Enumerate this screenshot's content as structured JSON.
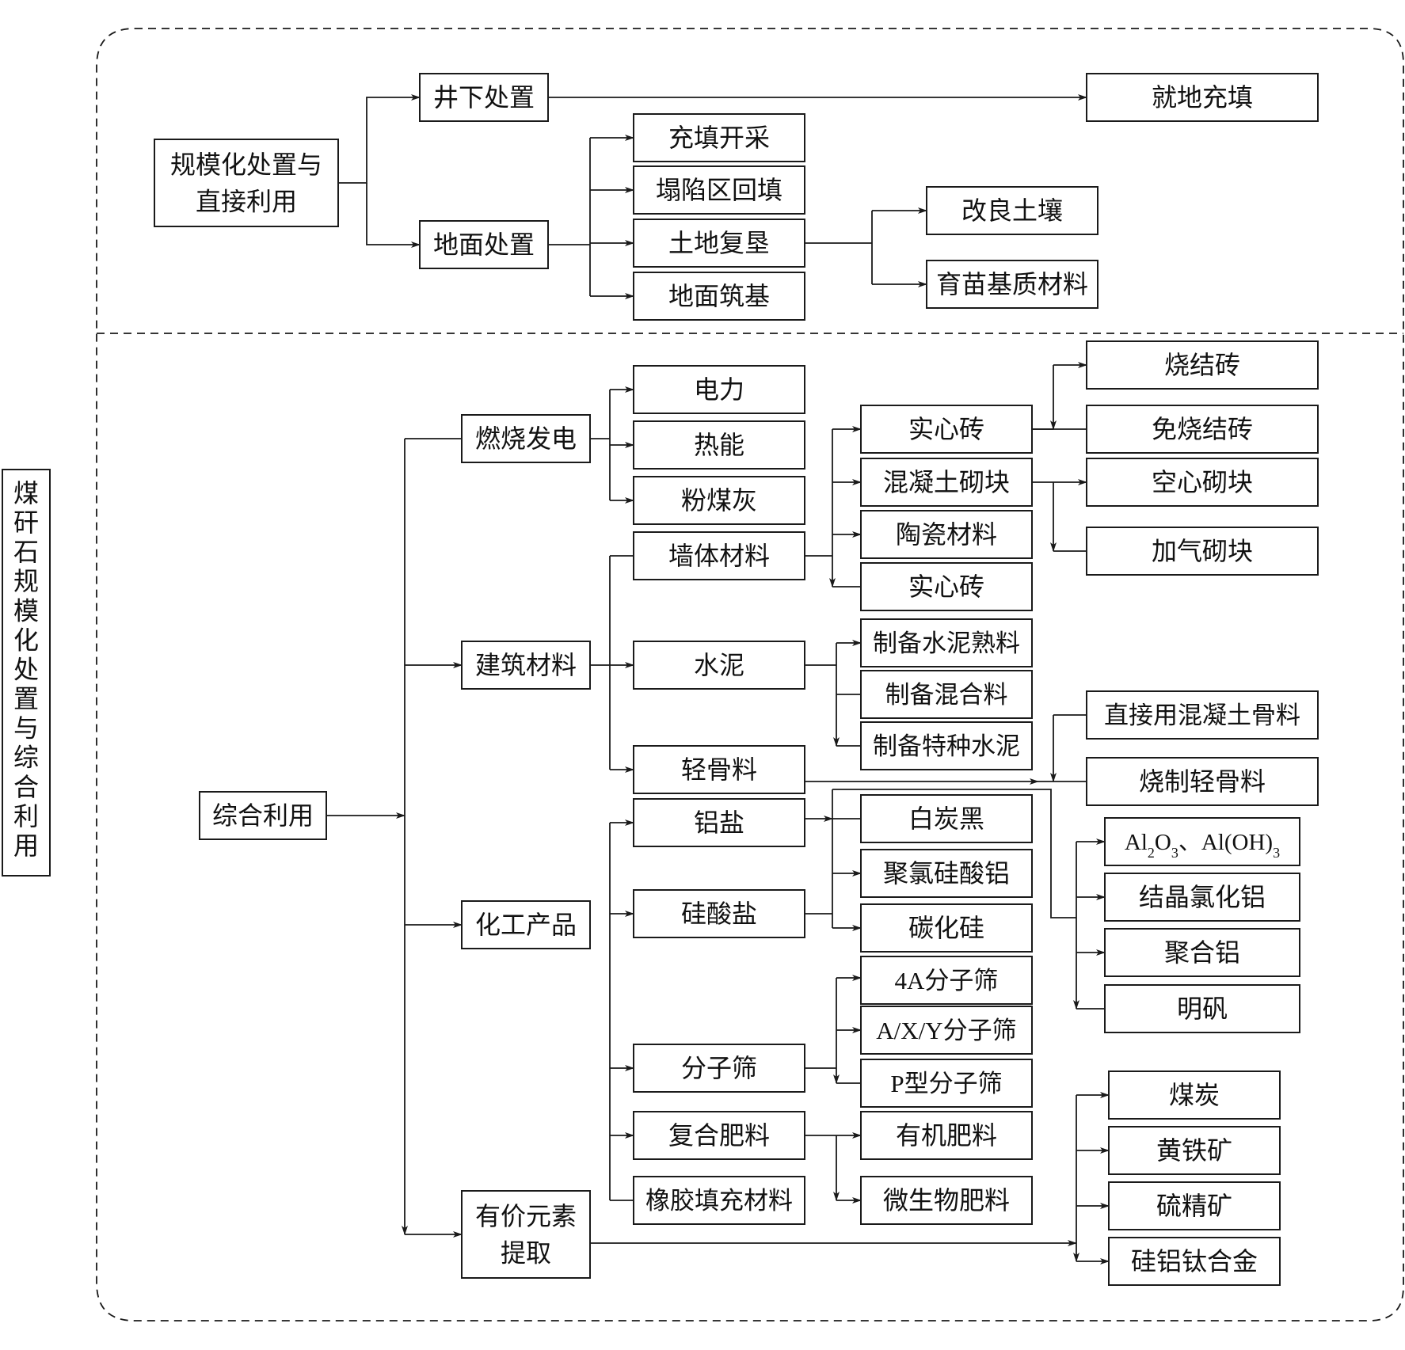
{
  "title_vertical": "煤矸石规模化处置与综合利用",
  "nodes": {
    "scale": "规模化处置与|直接利用",
    "underground": "井下处置",
    "local_fill": "就地充填",
    "surface": "地面处置",
    "fill_mining": "充填开采",
    "subsidence_fill": "塌陷区回填",
    "land_reclaim": "土地复垦",
    "ground_base": "地面筑基",
    "soil_improve": "改良土壤",
    "seedling": "育苗基质材料",
    "comprehensive": "综合利用",
    "combustion": "燃烧发电",
    "power": "电力",
    "heat": "热能",
    "flyash": "粉煤灰",
    "building": "建筑材料",
    "wall": "墙体材料",
    "solid_brick1": "实心砖",
    "concrete_block": "混凝土砌块",
    "ceramic": "陶瓷材料",
    "solid_brick2": "实心砖",
    "sintered_brick": "烧结砖",
    "unfired_brick": "免烧结砖",
    "hollow_block": "空心砌块",
    "aerated_block": "加气砌块",
    "cement": "水泥",
    "clinker": "制备水泥熟料",
    "mixture": "制备混合料",
    "special_cement": "制备特种水泥",
    "lightweight": "轻骨料",
    "direct_aggregate": "直接用混凝土骨料",
    "fired_lightweight": "烧制轻骨料",
    "chemical": "化工产品",
    "aluminum_salt": "铝盐",
    "silicate": "硅酸盐",
    "molecular_sieve": "分子筛",
    "compound_fert": "复合肥料",
    "rubber_filler": "橡胶填充材料",
    "white_carbon": "白炭黑",
    "pasc": "聚氯硅酸铝",
    "sic": "碳化硅",
    "sieve_4a": "4A分子筛",
    "sieve_axy": "A/X/Y分子筛",
    "sieve_p": "P型分子筛",
    "organic_fert": "有机肥料",
    "microbial_fert": "微生物肥料",
    "al2o3": "Al2O3、Al(OH)3",
    "crystal_alcl": "结晶氯化铝",
    "poly_al": "聚合铝",
    "alum": "明矾",
    "element": "有价元素|提取",
    "coal": "煤炭",
    "pyrite": "黄铁矿",
    "sulfur_conc": "硫精矿",
    "si_al_ti": "硅铝钛合金"
  }
}
